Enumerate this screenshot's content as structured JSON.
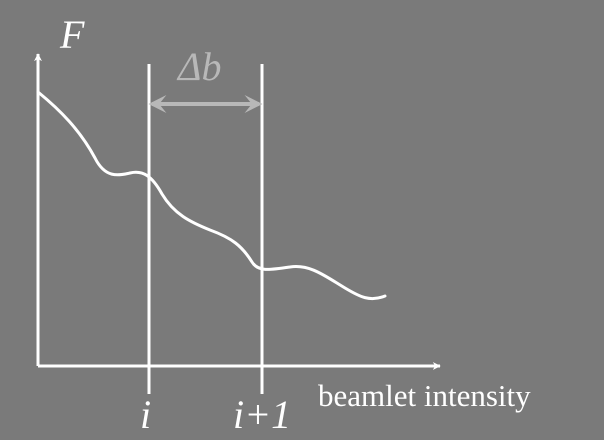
{
  "diagram": {
    "y_axis_label": "F",
    "x_axis_label": "beamlet intensity",
    "marker_left_label": "i",
    "marker_right_label": "i+1",
    "interval_label": "Δb",
    "colors": {
      "background": "#7a7a7a",
      "foreground": "#ffffff",
      "interval": "#b8b8b8"
    }
  }
}
